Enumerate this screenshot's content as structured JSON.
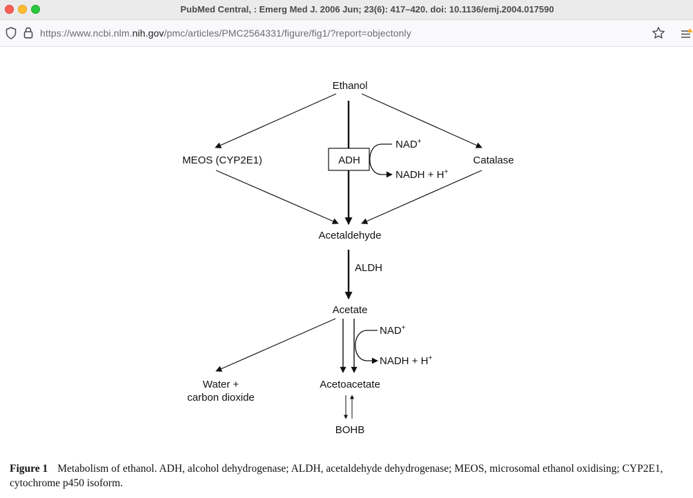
{
  "window": {
    "title": "PubMed Central, : Emerg Med J. 2006 Jun; 23(6): 417–420. doi: 10.1136/emj.2004.017590"
  },
  "address_bar": {
    "url_prefix": "https://www.ncbi.nlm.",
    "url_host": "nih.gov",
    "url_path": "/pmc/articles/PMC2564331/figure/fig1/?report=objectonly"
  },
  "diagram": {
    "ethanol": "Ethanol",
    "meos": "MEOS (CYP2E1)",
    "adh": "ADH",
    "catalase": "Catalase",
    "nad_top": "NAD",
    "nad_top_sup": "+",
    "nadh_top": "NADH + H",
    "nadh_top_sup": "+",
    "acetaldehyde": "Acetaldehyde",
    "aldh": "ALDH",
    "acetate": "Acetate",
    "nad_bottom": "NAD",
    "nad_bottom_sup": "+",
    "nadh_bottom": "NADH + H",
    "nadh_bottom_sup": "+",
    "water_line1": "Water +",
    "water_line2": "carbon dioxide",
    "acetoacetate": "Acetoacetate",
    "bohb": "BOHB"
  },
  "caption": {
    "label": "Figure 1",
    "text": "Metabolism of ethanol. ADH, alcohol dehydrogenase; ALDH, acetaldehyde dehydrogenase; MEOS, microsomal ethanol oxidising; CYP2E1, cytochrome p450 isoform."
  }
}
